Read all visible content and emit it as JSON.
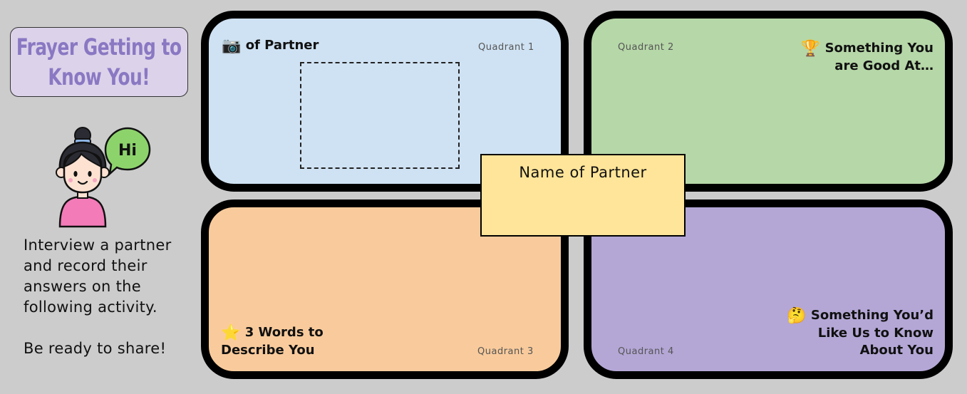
{
  "title": {
    "line1": "Frayer Getting to",
    "line2": "Know You!"
  },
  "avatar": {
    "speech_text": "Hi"
  },
  "instructions": {
    "line1": "Interview a partner",
    "line2": "and record their",
    "line3": "answers on the",
    "line4": "following activity.",
    "line5": "Be ready to share!"
  },
  "quadrants": {
    "q1": {
      "label": "Quadrant 1",
      "icon": "camera-icon",
      "icon_glyph": "📷",
      "heading": "of Partner"
    },
    "q2": {
      "label": "Quadrant 2",
      "icon": "trophy-icon",
      "icon_glyph": "🏆",
      "heading_line1": "Something You",
      "heading_line2": "are Good At…"
    },
    "q3": {
      "label": "Quadrant 3",
      "icon": "star-icon",
      "icon_glyph": "⭐",
      "heading_line1": "3 Words to",
      "heading_line2": "Describe You"
    },
    "q4": {
      "label": "Quadrant 4",
      "icon": "thinking-face-icon",
      "icon_glyph": "🤔",
      "heading_line1": "Something You’d",
      "heading_line2": "Like Us to Know",
      "heading_line3": "About You"
    }
  },
  "center": {
    "label": "Name of Partner"
  },
  "colors": {
    "background": "#cccccc",
    "title_box": "#dcd3ea",
    "title_text": "#8a78c3",
    "q1": "#cfe2f3",
    "q2": "#b6d7a8",
    "q3": "#f9cb9c",
    "q4": "#b4a7d6",
    "center_box": "#ffe599"
  }
}
